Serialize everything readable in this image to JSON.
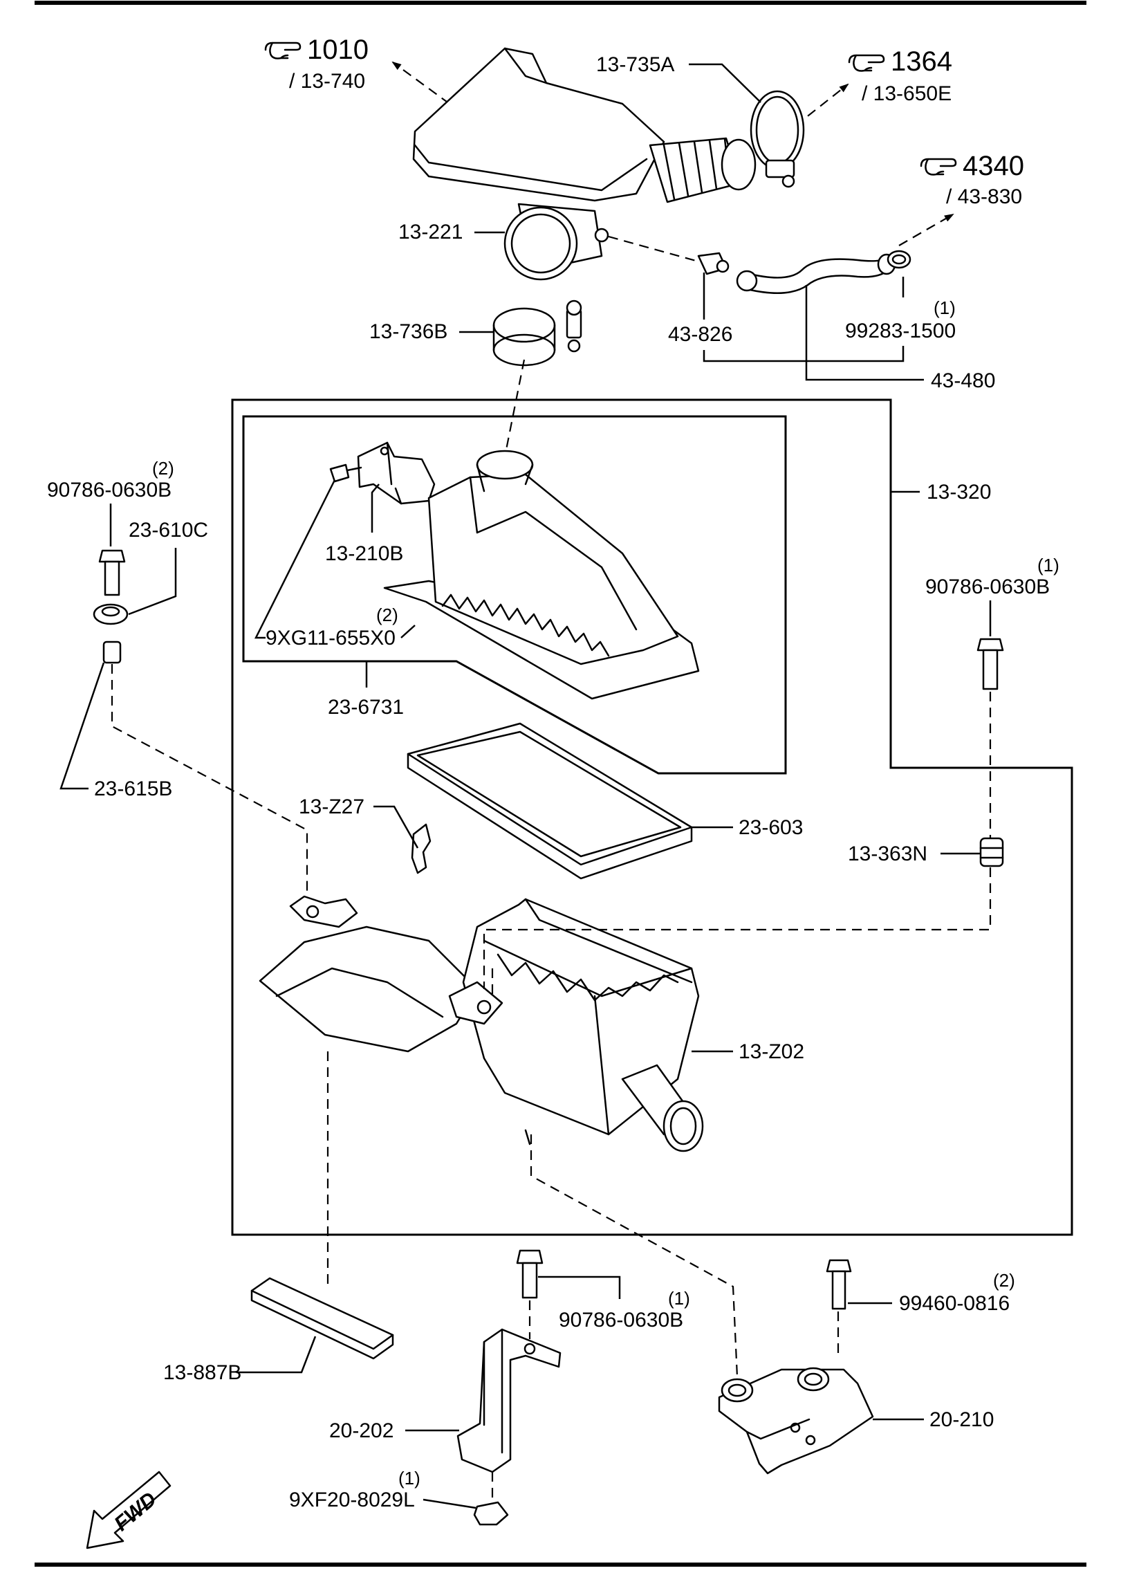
{
  "labels": {
    "p13_735A": "13-735A",
    "p13_221": "13-221",
    "p13_736B": "13-736B",
    "p43_826": "43-826",
    "p99283_1500": "99283-1500",
    "p99283_qty": "(1)",
    "p43_480": "43-480",
    "p13_320": "13-320",
    "p90786_left": "90786-0630B",
    "p90786_left_qty": "(2)",
    "p23_610C": "23-610C",
    "p13_210B": "13-210B",
    "p9XG11": "9XG11-655X0",
    "p9XG11_qty": "(2)",
    "p23_6731": "23-6731",
    "p23_615B": "23-615B",
    "p90786_right": "90786-0630B",
    "p90786_right_qty": "(1)",
    "p13_Z27": "13-Z27",
    "p23_603": "23-603",
    "p13_363N": "13-363N",
    "p13_Z02": "13-Z02",
    "p90786_bottom": "90786-0630B",
    "p90786_bottom_qty": "(1)",
    "p99460_0816": "99460-0816",
    "p99460_qty": "(2)",
    "p13_887B": "13-887B",
    "p20_202": "20-202",
    "p20_210": "20-210",
    "p9XF20": "9XF20-8029L",
    "p9XF20_qty": "(1)"
  },
  "refs": {
    "r1010": "1010",
    "r1010_sub": "/ 13-740",
    "r1364": "1364",
    "r1364_sub": "/ 13-650E",
    "r4340": "4340",
    "r4340_sub": "/ 43-830"
  },
  "fwd": "FWD"
}
